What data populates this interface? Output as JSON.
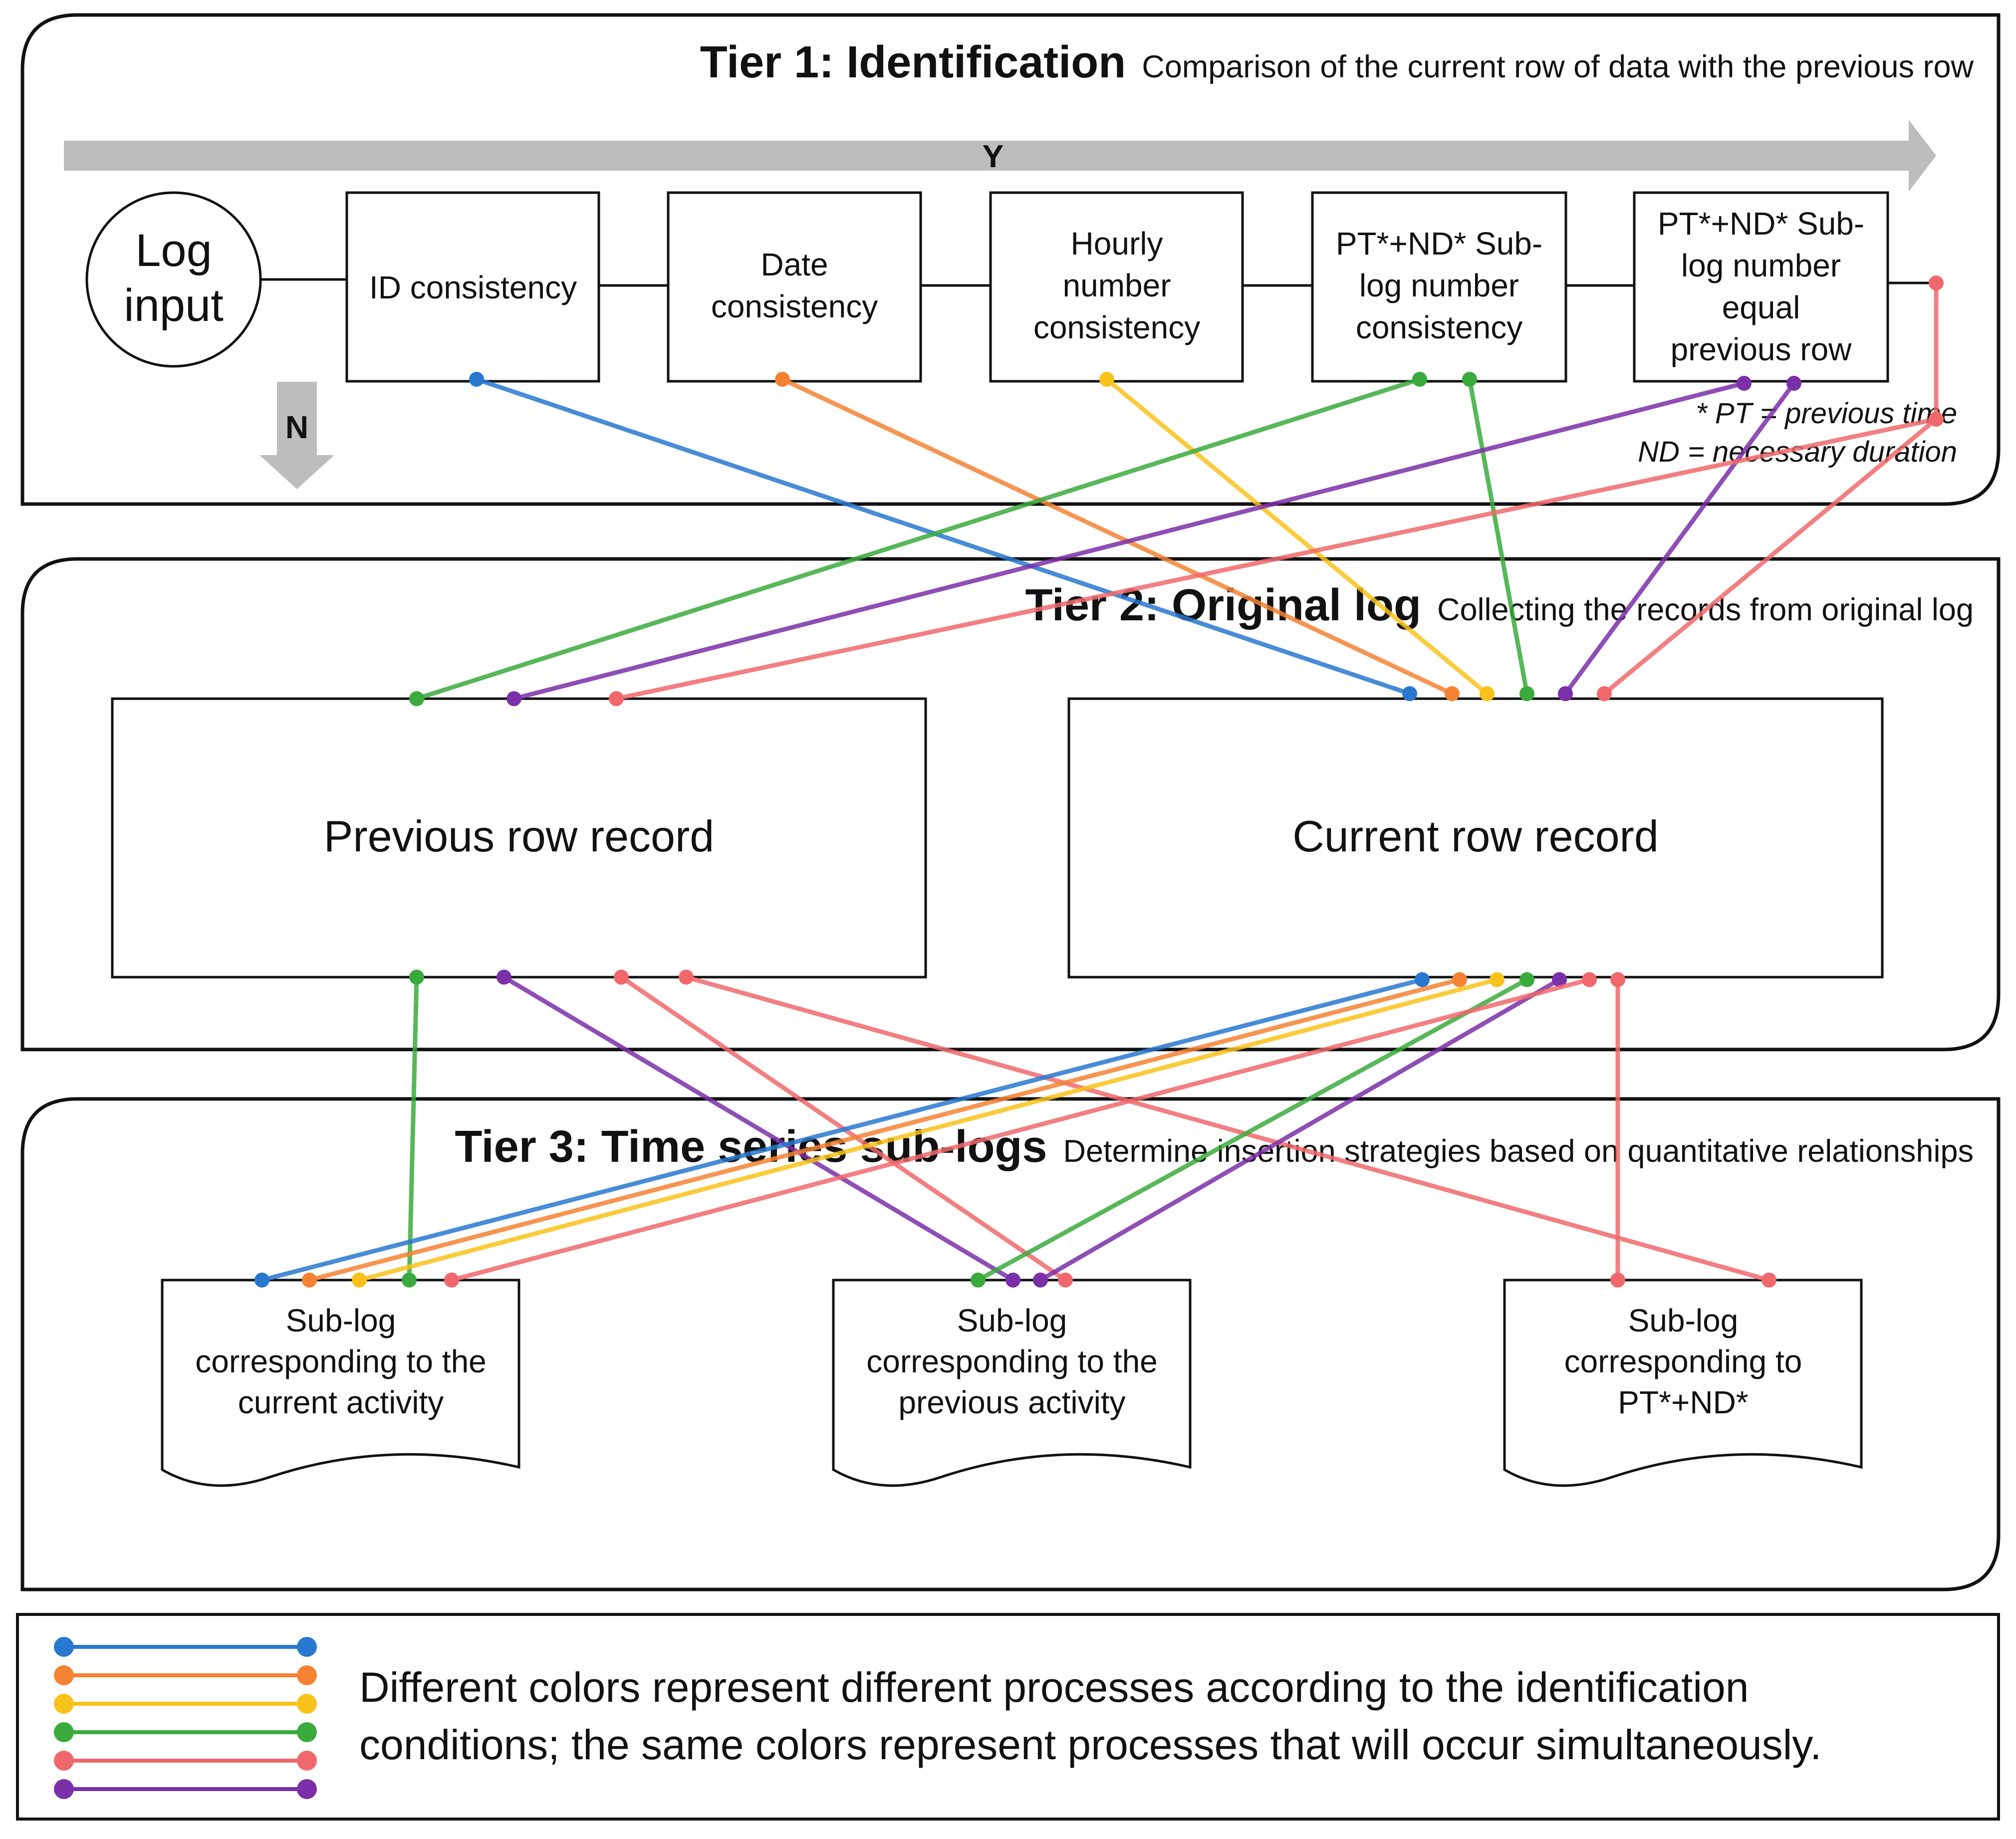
{
  "tier1": {
    "title": "Tier 1: Identification",
    "subtitle": "Comparison of the current row of data with the previous row",
    "yes_label": "Y",
    "no_label": "N",
    "log_input_lines": [
      "Log",
      "input"
    ],
    "checks": [
      {
        "id": "id",
        "lines": [
          "ID consistency"
        ]
      },
      {
        "id": "date",
        "lines": [
          "Date",
          "consistency"
        ]
      },
      {
        "id": "hourly",
        "lines": [
          "Hourly",
          "number",
          "consistency"
        ]
      },
      {
        "id": "ptnd_sub",
        "lines": [
          "PT*+ND* Sub-",
          "log number",
          "consistency"
        ]
      },
      {
        "id": "ptnd_equal",
        "lines": [
          "PT*+ND* Sub-",
          "log number",
          "equal",
          "previous row"
        ]
      }
    ],
    "footnote_lines": [
      "* PT = previous time",
      "ND = necessary duration"
    ]
  },
  "tier2": {
    "title": "Tier 2: Original log",
    "subtitle": "Collecting the records from original log",
    "previous_record": "Previous row record",
    "current_record": "Current row record"
  },
  "tier3": {
    "title": "Tier 3: Time series sub-logs",
    "subtitle": "Determine insertion strategies based on quantitative relationships",
    "sublogs": [
      {
        "id": "current",
        "lines": [
          "Sub-log",
          "corresponding to the",
          "current activity"
        ]
      },
      {
        "id": "previous",
        "lines": [
          "Sub-log",
          "corresponding to the",
          "previous activity"
        ]
      },
      {
        "id": "ptnd",
        "lines": [
          "Sub-log",
          "corresponding to",
          "PT*+ND*"
        ]
      }
    ]
  },
  "legend": {
    "colors": [
      {
        "name": "blue",
        "hex": "#2878d0"
      },
      {
        "name": "orange",
        "hex": "#f58232"
      },
      {
        "name": "yellow",
        "hex": "#f9c21a"
      },
      {
        "name": "green",
        "hex": "#3aaa3c"
      },
      {
        "name": "red",
        "hex": "#f0686c"
      },
      {
        "name": "purple",
        "hex": "#7b2fa8"
      }
    ],
    "text_lines": [
      "Different colors represent different processes according to the identification",
      "conditions; the same colors represent processes that will occur simultaneously."
    ]
  }
}
